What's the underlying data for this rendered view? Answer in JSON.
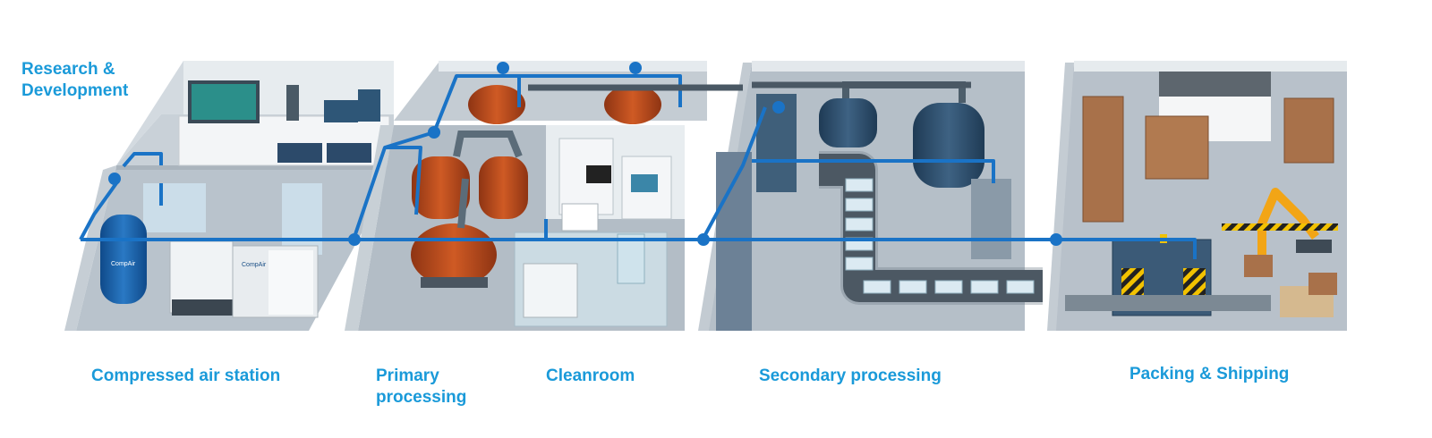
{
  "labels": {
    "rnd_line1": "Research &",
    "rnd_line2": "Development",
    "compressed_air": "Compressed air station",
    "primary_line1": "Primary",
    "primary_line2": "processing",
    "cleanroom": "Cleanroom",
    "secondary": "Secondary processing",
    "packing": "Packing & Shipping"
  },
  "equipment_text": {
    "brand_tank": "CompAir",
    "brand_dryer": "CompAir"
  },
  "colors": {
    "label": "#1a9ad9",
    "pipe": "#1a73c6",
    "wall_light": "#dfe5ea",
    "wall_side": "#c2cbd3",
    "floor": "#b7c1ca",
    "vessel": "#b84a1e",
    "tank_dark": "#2d4f6d",
    "box": "#a8714a",
    "robot": "#f2a516"
  }
}
